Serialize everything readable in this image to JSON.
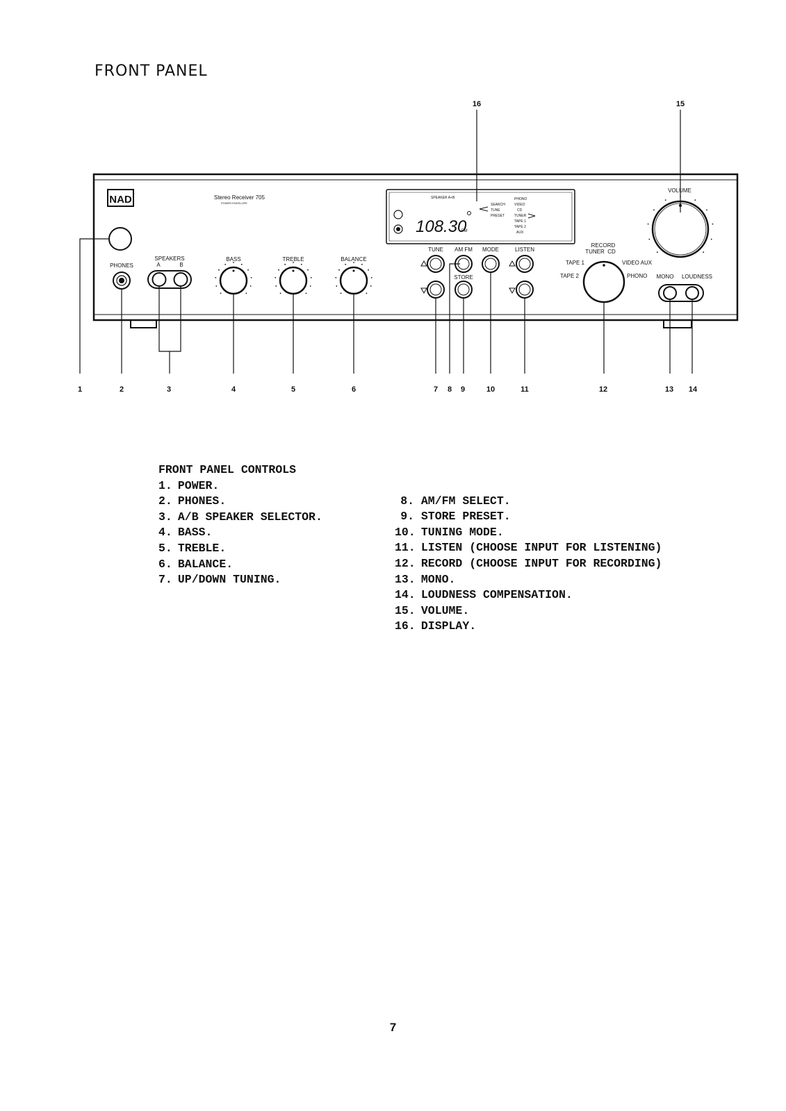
{
  "page": {
    "title": "FRONT PANEL",
    "page_number": "7"
  },
  "panel": {
    "brand": "NAD",
    "model": "Stereo Receiver 705",
    "model_sub": "POWER ENVELOPE",
    "display": {
      "frequency": "108.30",
      "band": "FM",
      "speaker_indicator": "SPEAKER A+B",
      "mode_labels": [
        "SEARCH",
        "TUNE",
        "PRESET"
      ],
      "source_labels": [
        "PHONO",
        "VIDEO",
        "CD",
        "TUNER",
        "TAPE 1",
        "TAPE 2",
        "AUX"
      ]
    },
    "labels": {
      "phones": "PHONES",
      "speakers": "SPEAKERS",
      "speaker_a": "A",
      "speaker_b": "B",
      "bass": "BASS",
      "treble": "TREBLE",
      "balance": "BALANCE",
      "tune": "TUNE",
      "am_fm": "AM FM",
      "store": "STORE",
      "mode": "MODE",
      "listen": "LISTEN",
      "record": "RECORD",
      "tuner": "TUNER",
      "cd": "CD",
      "tape1": "TAPE 1",
      "tape2": "TAPE 2",
      "video_aux": "VIDEO AUX",
      "phono": "PHONO",
      "mono": "MONO",
      "loudness": "LOUDNESS",
      "volume": "VOLUME"
    },
    "callouts": [
      "1",
      "2",
      "3",
      "4",
      "5",
      "6",
      "7",
      "8",
      "9",
      "10",
      "11",
      "12",
      "13",
      "14",
      "15",
      "16"
    ]
  },
  "controls": {
    "heading": "FRONT PANEL CONTROLS",
    "left": [
      {
        "num": "1.",
        "text": "POWER."
      },
      {
        "num": "2.",
        "text": "PHONES."
      },
      {
        "num": "3.",
        "text": "A/B SPEAKER SELECTOR."
      },
      {
        "num": "4.",
        "text": "BASS."
      },
      {
        "num": "5.",
        "text": "TREBLE."
      },
      {
        "num": "6.",
        "text": "BALANCE."
      },
      {
        "num": "7.",
        "text": "UP/DOWN TUNING."
      }
    ],
    "right": [
      {
        "num": "8.",
        "text": "AM/FM SELECT."
      },
      {
        "num": "9.",
        "text": "STORE PRESET."
      },
      {
        "num": "10.",
        "text": "TUNING MODE."
      },
      {
        "num": "11.",
        "text": "LISTEN (CHOOSE INPUT FOR LISTENING)"
      },
      {
        "num": "12.",
        "text": "RECORD (CHOOSE INPUT FOR RECORDING)"
      },
      {
        "num": "13.",
        "text": "MONO."
      },
      {
        "num": "14.",
        "text": "LOUDNESS COMPENSATION."
      },
      {
        "num": "15.",
        "text": "VOLUME."
      },
      {
        "num": "16.",
        "text": "DISPLAY."
      }
    ]
  }
}
